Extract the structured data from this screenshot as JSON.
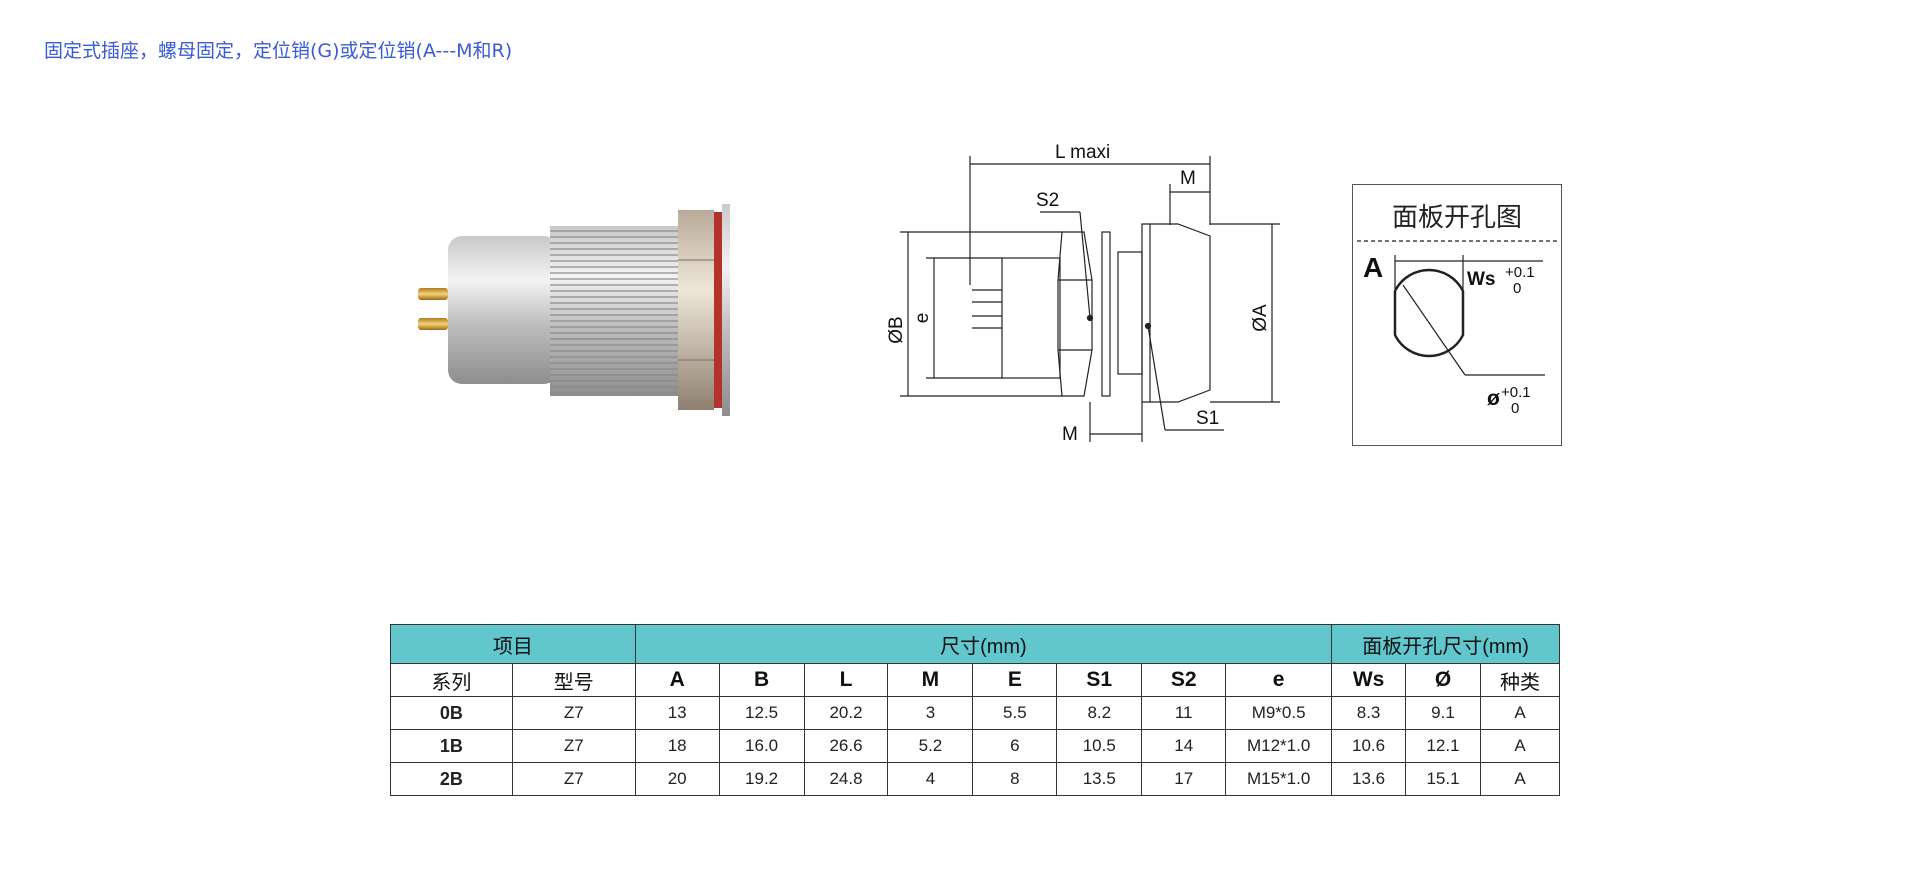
{
  "header": {
    "title": "固定式插座，螺母固定，定位销(G)或定位销(A---M和R)"
  },
  "drawing": {
    "labels": {
      "l_maxi": "L maxi",
      "m_top": "M",
      "s2": "S2",
      "dia_b": "ØB",
      "e": "e",
      "dia_a": "ØA",
      "m_bottom": "M",
      "s1": "S1"
    }
  },
  "panel_cutout": {
    "title": "面板开孔图",
    "type_label": "A",
    "ws_label": "Ws",
    "ws_tol_upper": "+0.1",
    "ws_tol_lower": "0",
    "dia_label": "ø",
    "dia_tol_upper": "+0.1",
    "dia_tol_lower": "0"
  },
  "table": {
    "group_headers": {
      "item": "项目",
      "dimensions": "尺寸(mm)",
      "panel": "面板开孔尺寸(mm)"
    },
    "columns": {
      "series": "系列",
      "model": "型号",
      "a": "A",
      "b": "B",
      "l": "L",
      "m": "M",
      "e_cap": "E",
      "s1": "S1",
      "s2": "S2",
      "e": "e",
      "ws": "Ws",
      "dia": "Ø",
      "kind": "种类"
    },
    "rows": [
      {
        "series": "0B",
        "model": "Z7",
        "a": "13",
        "b": "12.5",
        "l": "20.2",
        "m": "3",
        "e_cap": "5.5",
        "s1": "8.2",
        "s2": "11",
        "e": "M9*0.5",
        "ws": "8.3",
        "dia": "9.1",
        "kind": "A"
      },
      {
        "series": "1B",
        "model": "Z7",
        "a": "18",
        "b": "16.0",
        "l": "26.6",
        "m": "5.2",
        "e_cap": "6",
        "s1": "10.5",
        "s2": "14",
        "e": "M12*1.0",
        "ws": "10.6",
        "dia": "12.1",
        "kind": "A"
      },
      {
        "series": "2B",
        "model": "Z7",
        "a": "20",
        "b": "19.2",
        "l": "24.8",
        "m": "4",
        "e_cap": "8",
        "s1": "13.5",
        "s2": "17",
        "e": "M15*1.0",
        "ws": "13.6",
        "dia": "15.1",
        "kind": "A"
      }
    ]
  }
}
